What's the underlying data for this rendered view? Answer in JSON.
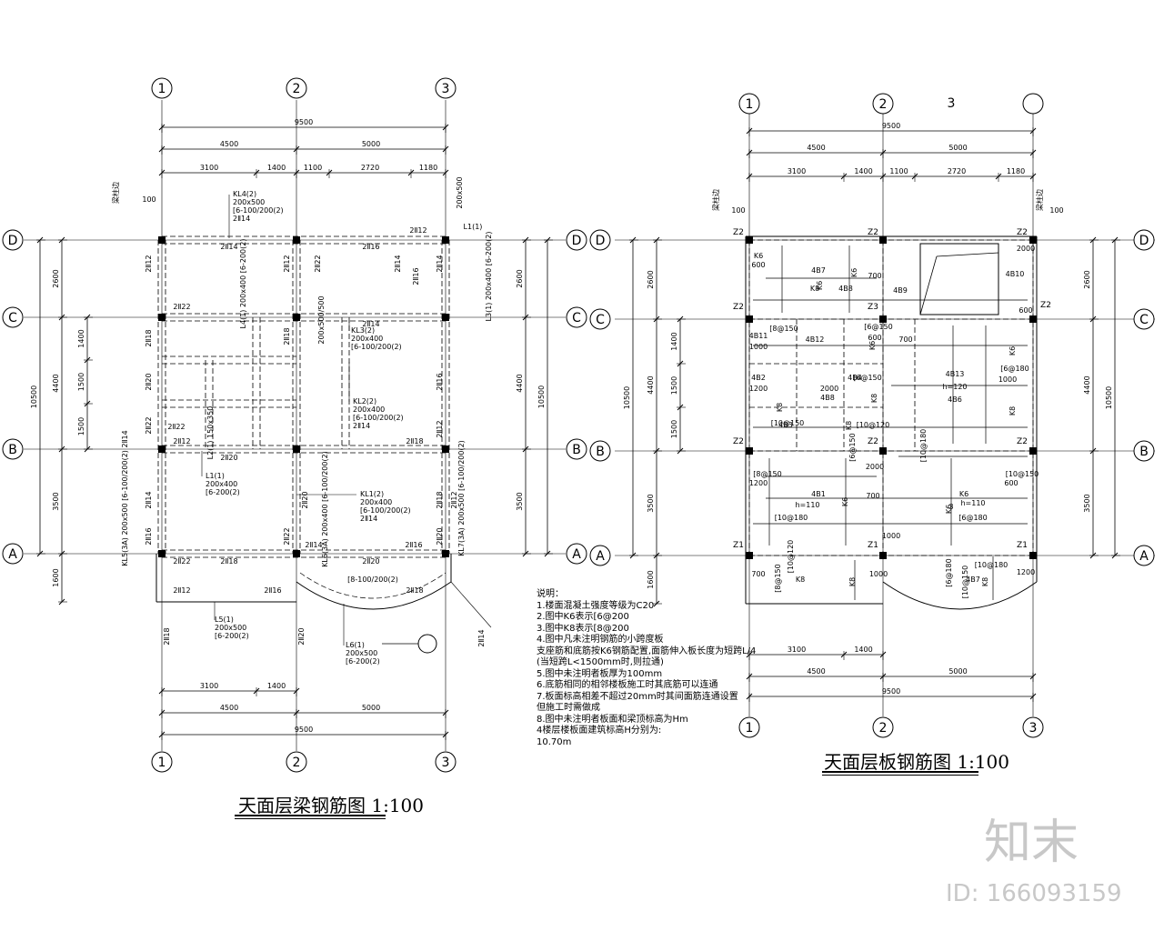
{
  "left_plan": {
    "title": "天面层梁钢筋图 1:100",
    "col_axes": [
      "1",
      "2",
      "3"
    ],
    "row_axes": [
      "D",
      "C",
      "B",
      "A"
    ],
    "top_dims": {
      "total": "9500",
      "spans": [
        "4500",
        "5000"
      ],
      "sub": [
        "3100",
        "1400",
        "1100",
        "2720",
        "1180"
      ]
    },
    "bottom_dims": {
      "total": "9500",
      "spans": [
        "4500",
        "5000"
      ],
      "sub": [
        "3100",
        "1400"
      ]
    },
    "left_dims": {
      "total": "10500",
      "spans": [
        "2600",
        "4400",
        "3500",
        "1600"
      ],
      "sub": [
        "1400",
        "1500",
        "1500"
      ]
    },
    "right_dims": {
      "total": "10500",
      "spans": [
        "2600",
        "4400",
        "3500"
      ]
    },
    "beam_labels": [
      {
        "key": "kl4",
        "lines": [
          "KL4(2)",
          "200x500",
          "[6-100/200(2)",
          "2Ⅱ14"
        ]
      },
      {
        "key": "kl3",
        "lines": [
          "KL3(2)",
          "200x400",
          "[6-100/200(2)"
        ]
      },
      {
        "key": "kl2",
        "lines": [
          "KL2(2)",
          "200x400",
          "[6-100/200(2)",
          "2Ⅱ14"
        ]
      },
      {
        "key": "kl1",
        "lines": [
          "KL1(2)",
          "200x400",
          "[6-100/200(2)",
          "2Ⅱ14"
        ]
      },
      {
        "key": "l1",
        "lines": [
          "L1(1)",
          "200x400",
          "[6-200(2)"
        ]
      },
      {
        "key": "l5",
        "lines": [
          "L5(1)",
          "200x500",
          "[6-200(2)"
        ]
      },
      {
        "key": "l6",
        "lines": [
          "L6(1)",
          "200x500",
          "[6-200(2)"
        ]
      }
    ],
    "vertical_labels": [
      {
        "key": "kl5",
        "text": "KL5(3A) 200x500 [6-100/200(2) 2Ⅱ14"
      },
      {
        "key": "kl6",
        "text": "KL6(3A) 200x400 [6-100/200(2)"
      },
      {
        "key": "kl7",
        "text": "KL7(3A) 200x500 [6-100/200(2)"
      },
      {
        "key": "l4",
        "text": "L4(1) 200x400 [6-200(2)"
      },
      {
        "key": "l3",
        "text": "L3(1) 200x400 [6-200(2)"
      },
      {
        "key": "l2",
        "text": "L2(1) 150x350"
      }
    ],
    "rebar_marks": [
      "2Ⅱ14",
      "2Ⅱ16",
      "2Ⅱ12",
      "2Ⅱ18",
      "2Ⅱ20",
      "2Ⅱ22"
    ],
    "misc_labels": [
      "梁柱边",
      "100",
      "200x500",
      "L1(1)",
      "[8-100/200(2)",
      "2Ⅱ22",
      "200x500/500",
      "2Ⅱ14"
    ]
  },
  "notes": {
    "heading": "说明：",
    "items": [
      "1.楼面混凝土强度等级为C20",
      "2.图中K6表示[6@200",
      "3.图中K8表示[8@200",
      "4.图中凡未注明钢筋的小跨度板",
      "   支座筋和底筋按K6钢筋配置,面筋伸入板长度为短跨L/4",
      "   (当短跨L<1500mm时,则拉通)",
      "5.图中未注明者板厚为100mm",
      "6.底筋相同的相邻楼板施工时其底筋可以连通",
      "7.板面标高相差不超过20mm时其间面筋连通设置",
      "   但施工时需做成",
      "8.图中未注明者板面和梁顶标高为Hm",
      "  4楼层楼板面建筑标高H分别为:",
      "10.70m"
    ]
  },
  "right_plan": {
    "title": "天面层板钢筋图 1:100",
    "col_axes_top": [
      "1",
      "2",
      "3",
      ""
    ],
    "col_axes_bottom": [
      "1",
      "2",
      "3"
    ],
    "row_axes": [
      "D",
      "C",
      "B",
      "A"
    ],
    "top_dims": {
      "total": "9500",
      "spans": [
        "4500",
        "5000"
      ],
      "sub": [
        "3100",
        "1400",
        "1100",
        "2720",
        "1180"
      ]
    },
    "bottom_dims": {
      "total": "9500",
      "spans": [
        "4500",
        "5000"
      ],
      "sub": [
        "3100",
        "1400"
      ]
    },
    "left_dims": {
      "total": "10500",
      "spans": [
        "2600",
        "4400",
        "3500",
        "1600"
      ],
      "sub": [
        "1400",
        "1500",
        "1500"
      ]
    },
    "right_dims": {
      "total": "10500",
      "spans": [
        "2600",
        "4400",
        "3500"
      ]
    },
    "column_marks": [
      "Z2",
      "Z3",
      "Z1"
    ],
    "slab_marks": [
      "K6",
      "K8",
      "4B7",
      "4B8",
      "4B9",
      "4B10",
      "4B11",
      "4B12",
      "4B13",
      "4B2",
      "4B3",
      "4B4",
      "4B6",
      "4B1"
    ],
    "lengths": [
      "600",
      "700",
      "1000",
      "1200",
      "2000"
    ],
    "rebar_specs": [
      "[6@150",
      "[8@150",
      "[10@150",
      "[10@180",
      "[6@180",
      "[10@120"
    ],
    "misc": [
      "h=120",
      "h=110",
      "梁柱边",
      "100",
      "3",
      "1000",
      "h=110"
    ]
  },
  "watermark": {
    "brand": "知末",
    "id": "ID: 166093159"
  },
  "colors": {
    "line": "#000000",
    "watermark": "#c8c8c8",
    "background": "#ffffff"
  }
}
